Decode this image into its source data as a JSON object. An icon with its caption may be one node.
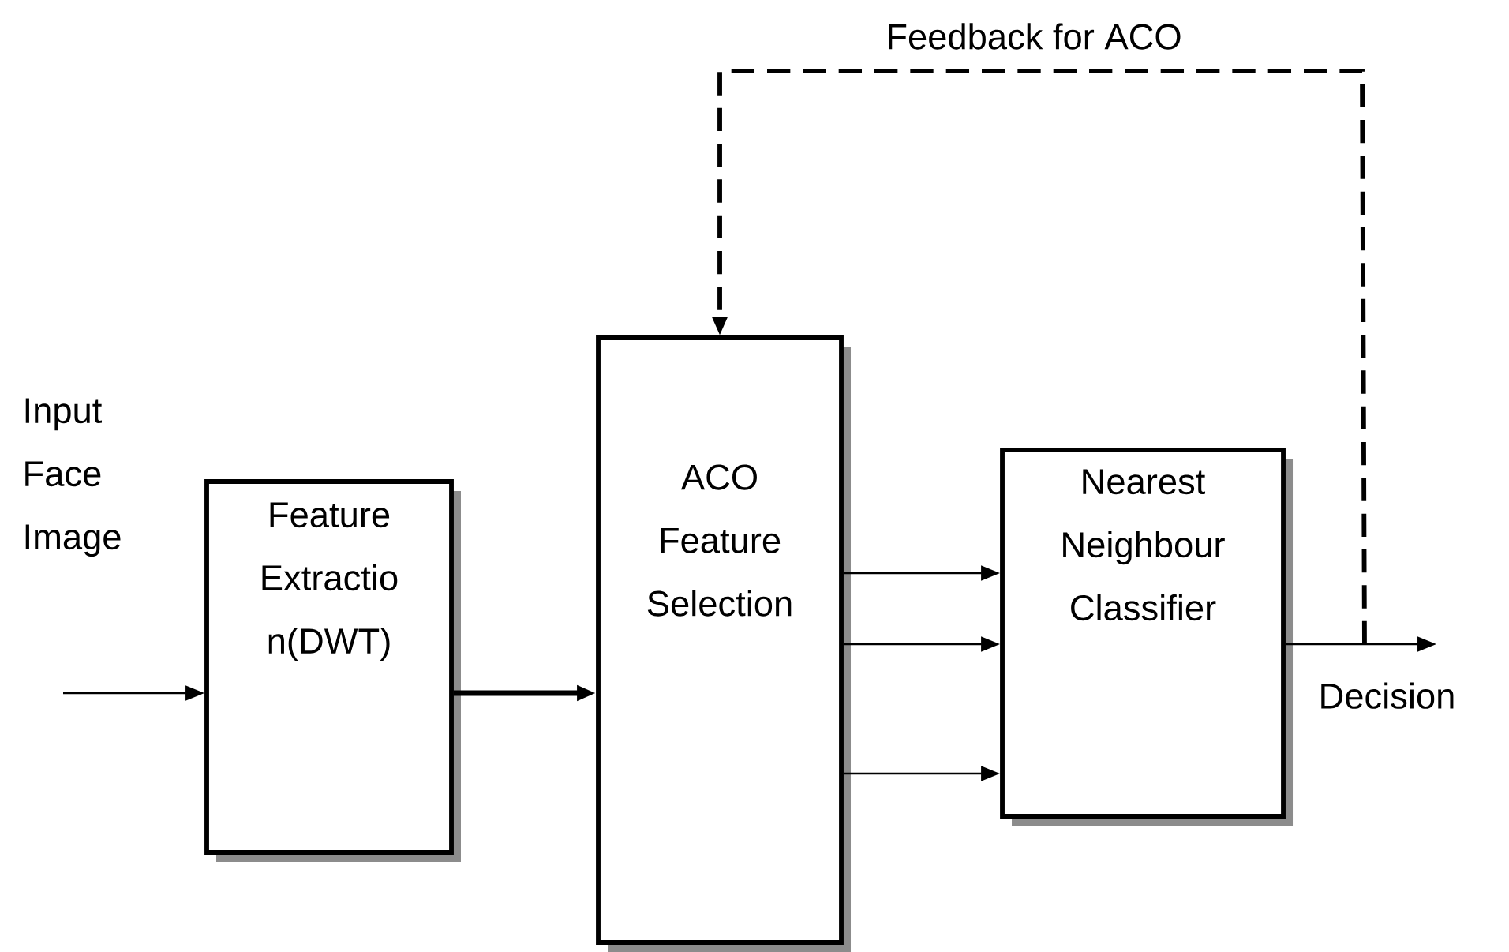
{
  "diagram": {
    "nodes": [
      {
        "text": [
          "Feature Extractio n(DWT)"
        ]
      },
      {
        "text": [
          "ACO Feature Selection"
        ]
      },
      {
        "text": [
          "Nearest Neighbour Classifier"
        ]
      }
    ],
    "edges": [
      {
        "from": null,
        "to": 0,
        "arrow": "to"
      },
      {
        "from": 0,
        "to": 1,
        "arrow": "to",
        "style": "thick"
      },
      {
        "from": 1,
        "to": 2,
        "arrow": "to"
      },
      {
        "from": 1,
        "to": 2,
        "arrow": "to"
      },
      {
        "from": 1,
        "to": 2,
        "arrow": "to"
      },
      {
        "from": 2,
        "to": null,
        "arrow": "to"
      },
      {
        "from": 2,
        "to": 1,
        "arrow": "to",
        "style": "dashed",
        "label": "Feedback for ACO"
      }
    ],
    "labels": [
      "Input Face Image",
      "Decision"
    ]
  }
}
